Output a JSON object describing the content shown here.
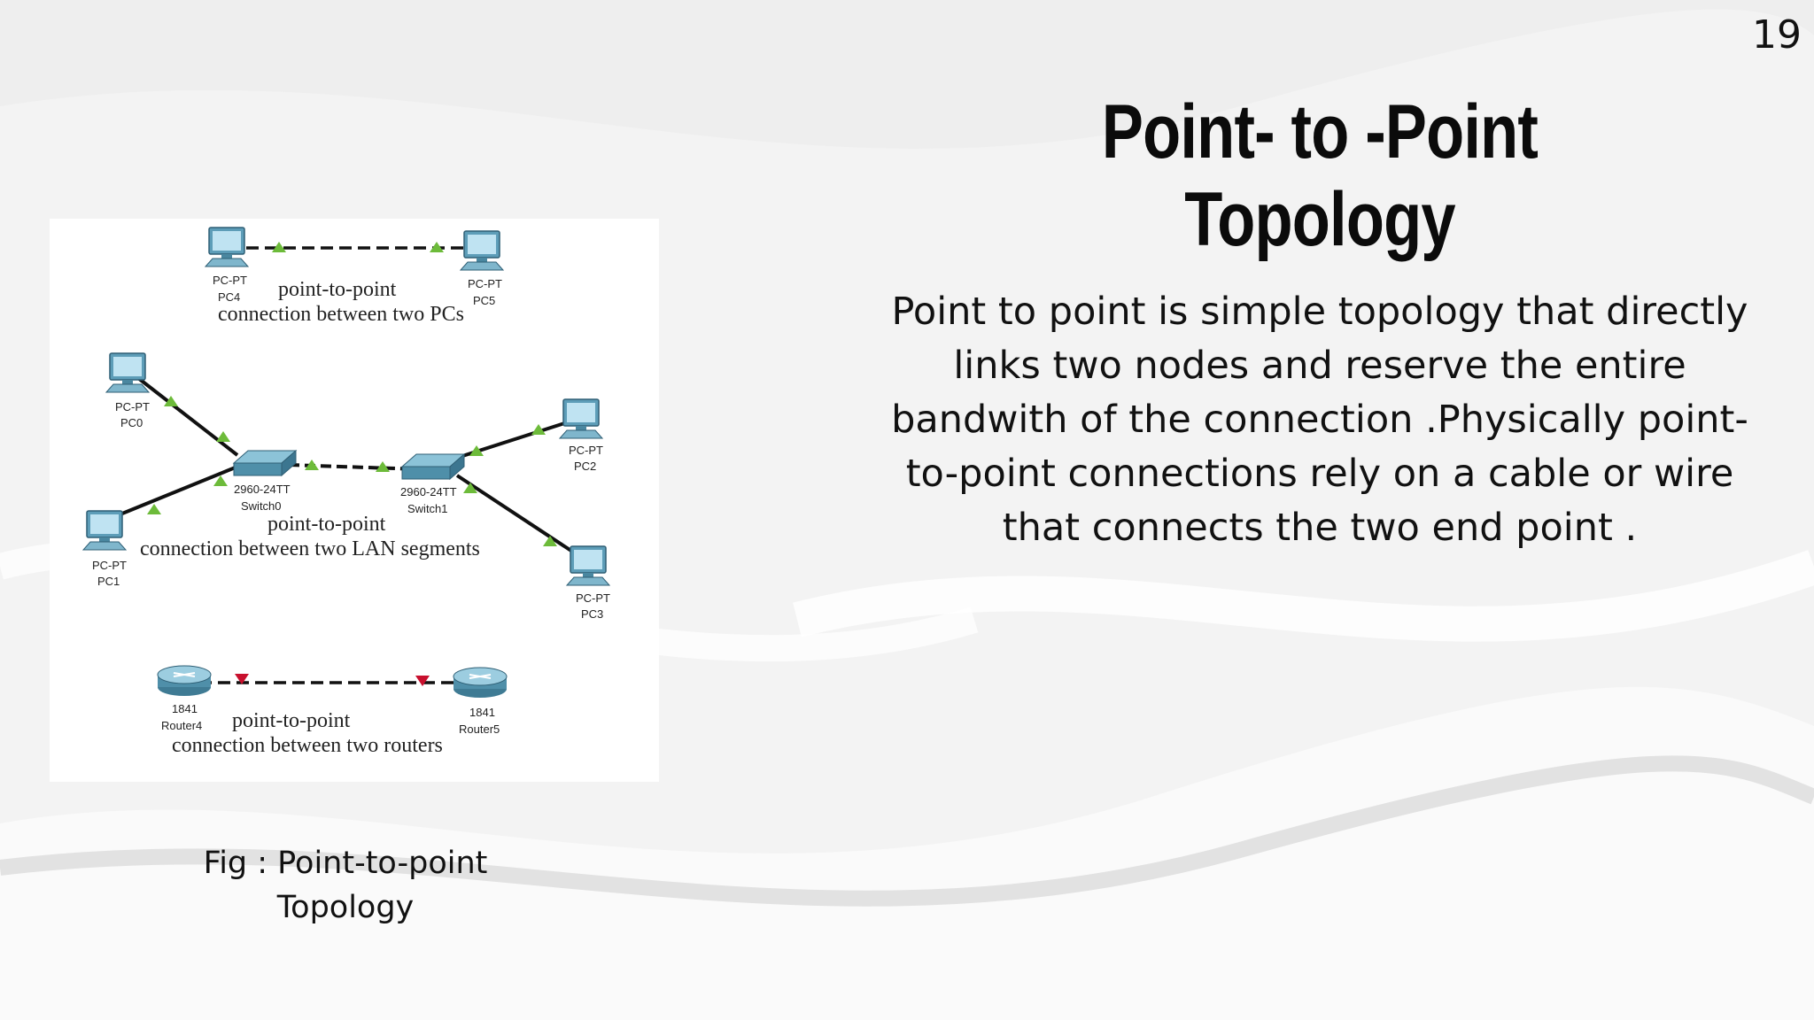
{
  "slide": {
    "number": "19",
    "title": "Point- to -Point Topology",
    "body": "Point to point is simple topology that directly links two nodes and reserve the entire bandwith of the connection .Physically point-to-point connections rely on a cable or wire that connects the two end point .",
    "caption_line1": "Fig : Point-to-point",
    "caption_line2": "Topology"
  },
  "figure": {
    "pc_pair": {
      "left_type": "PC-PT",
      "left_name": "PC4",
      "right_type": "PC-PT",
      "right_name": "PC5",
      "title": "point-to-point",
      "subtitle": "connection between two PCs"
    },
    "lan": {
      "pc0_type": "PC-PT",
      "pc0_name": "PC0",
      "pc1_type": "PC-PT",
      "pc1_name": "PC1",
      "pc2_type": "PC-PT",
      "pc2_name": "PC2",
      "pc3_type": "PC-PT",
      "pc3_name": "PC3",
      "switch0_model": "2960-24TT",
      "switch0_name": "Switch0",
      "switch1_model": "2960-24TT",
      "switch1_name": "Switch1",
      "title": "point-to-point",
      "subtitle": "connection between two LAN segments"
    },
    "routers": {
      "left_model": "1841",
      "left_name": "Router4",
      "right_model": "1841",
      "right_name": "Router5",
      "title": "point-to-point",
      "subtitle": "connection between two routers"
    }
  },
  "colors": {
    "link_up": "#6dbb3a",
    "link_down": "#c8102e",
    "device": "#5d9db8"
  }
}
